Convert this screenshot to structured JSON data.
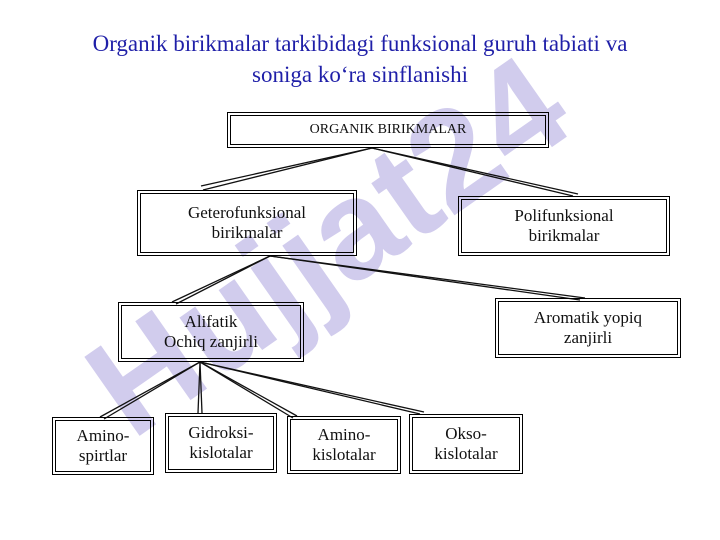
{
  "title": {
    "line1": "Organik birikmalar tarkibidagi funksional guruh tabiati va",
    "line2": "soniga ko‘ra sinflanishi"
  },
  "watermark": {
    "text": "Hujjat24",
    "color": "#c9c3ea"
  },
  "colors": {
    "title": "#1f1fa8",
    "lines": "#111111"
  },
  "diagram": {
    "root": "ORGANIK BIRIKMALAR",
    "hetero": "Geterofunksional\nbirikmalar",
    "poly": "Polifunksional\nbirikmalar",
    "aliphatic": "Alifatik\nOchiq zanjirli",
    "aromatic": "Aromatik yopiq\nzanjirli",
    "amino_alcohols": "Amino-\nspirtlar",
    "hydroxy_acids": "Gidroksi-\nkislotalar",
    "amino_acids": "Amino-\nkislotalar",
    "oxo_acids": "Okso-\nkislotalar"
  }
}
